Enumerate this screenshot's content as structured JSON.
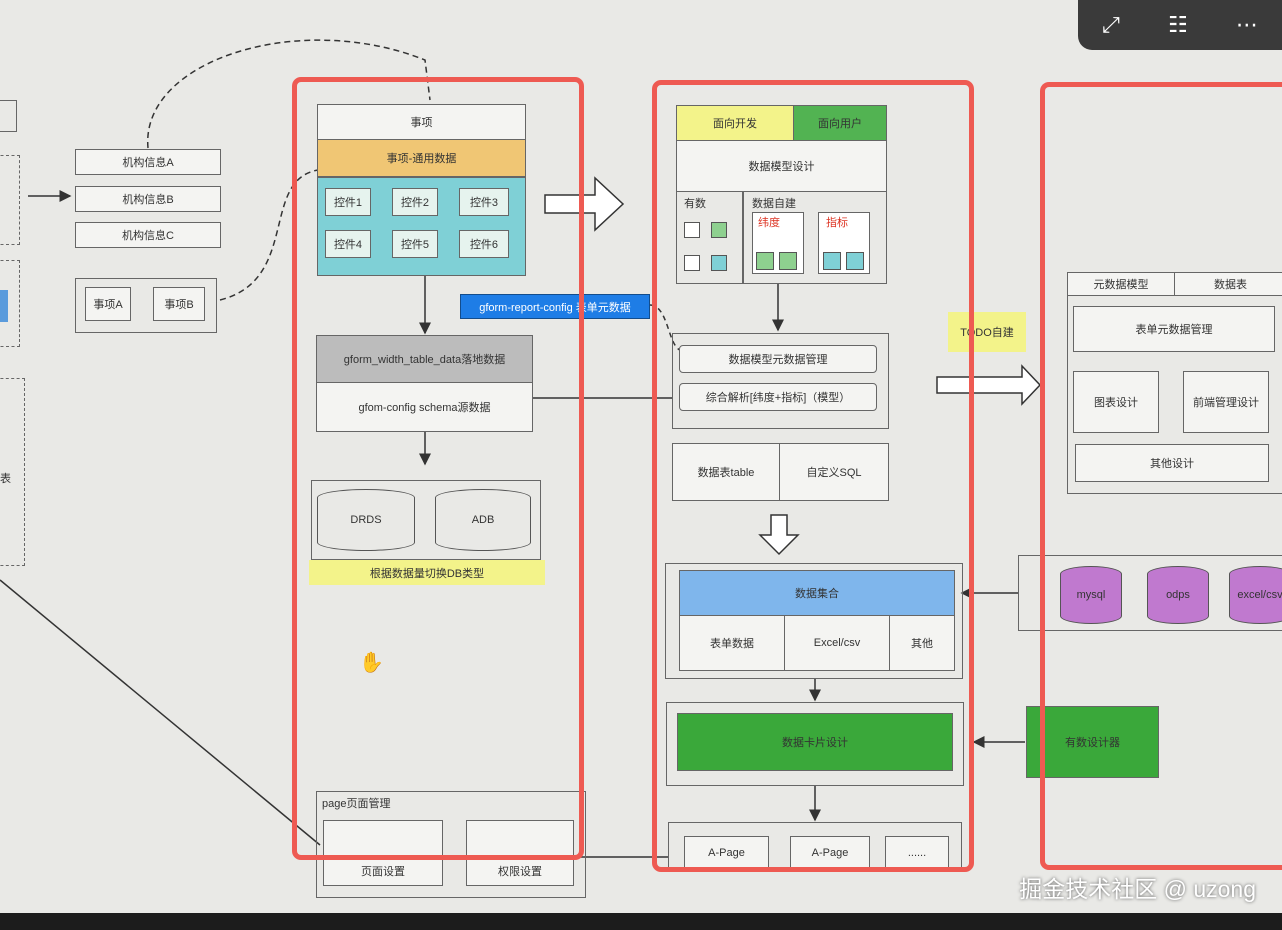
{
  "left": {
    "org_a": "机构信息A",
    "org_b": "机构信息B",
    "org_c": "机构信息C",
    "item_a": "事项A",
    "item_b": "事项B",
    "edge_char": "表"
  },
  "col1": {
    "matter": "事项",
    "matter_common": "事项-通用数据",
    "controls": [
      "控件1",
      "控件2",
      "控件3",
      "控件4",
      "控件5",
      "控件6"
    ],
    "gform_table": "gform_width_table_data落地数据",
    "gfom_config": "gfom-config schema源数据",
    "db_drds": "DRDS",
    "db_adb": "ADB",
    "db_note": "根据数据量切换DB类型",
    "page_mgmt": "page页面管理",
    "page_sub1": "页面设置",
    "page_sub2": "权限设置"
  },
  "col2": {
    "tag_blue": "gform-report-config 表单元数据",
    "face_dev": "面向开发",
    "face_user": "面向用户",
    "model_design": "数据模型设计",
    "has_data": "有数",
    "self_build": "数据自建",
    "dimension": "纬度",
    "metric": "指标",
    "model_meta": "数据模型元数据管理",
    "parse": "综合解析[纬度+指标]（模型）",
    "table": "数据表table",
    "custom_sql": "自定义SQL",
    "dataset": "数据集合",
    "form_data": "表单数据",
    "excel": "Excel/csv",
    "other": "其他",
    "card_design": "数据卡片设计",
    "page1": "A-Page",
    "page2": "A-Page",
    "page3": "......"
  },
  "col3": {
    "todo": "TODO自建",
    "meta_model": "元数据模型",
    "data_table": "数据表",
    "form_meta": "表单元数据管理",
    "chart_design": "图表设计",
    "frontend": "前端管理设计",
    "other_design": "其他设计",
    "mysql": "mysql",
    "odps": "odps",
    "excel": "excel/csv",
    "designer": "有数设计器"
  },
  "toolbar": {
    "expand": "expand-icon",
    "ocr": "text-scan-icon",
    "more": "more-icon"
  },
  "watermark": "掘金技术社区 @ uzong",
  "colors": {
    "red_frame": "#ee5a52",
    "orange": "#f0c674",
    "teal": "#7fd0d6",
    "yellow": "#f3f38a",
    "green": "#8ed08f",
    "dark_green": "#3aa83a",
    "blue_tag": "#1e7de6",
    "light_blue": "#7fb6ec",
    "purple": "#c079cf",
    "gray": "#bcbcbc"
  }
}
